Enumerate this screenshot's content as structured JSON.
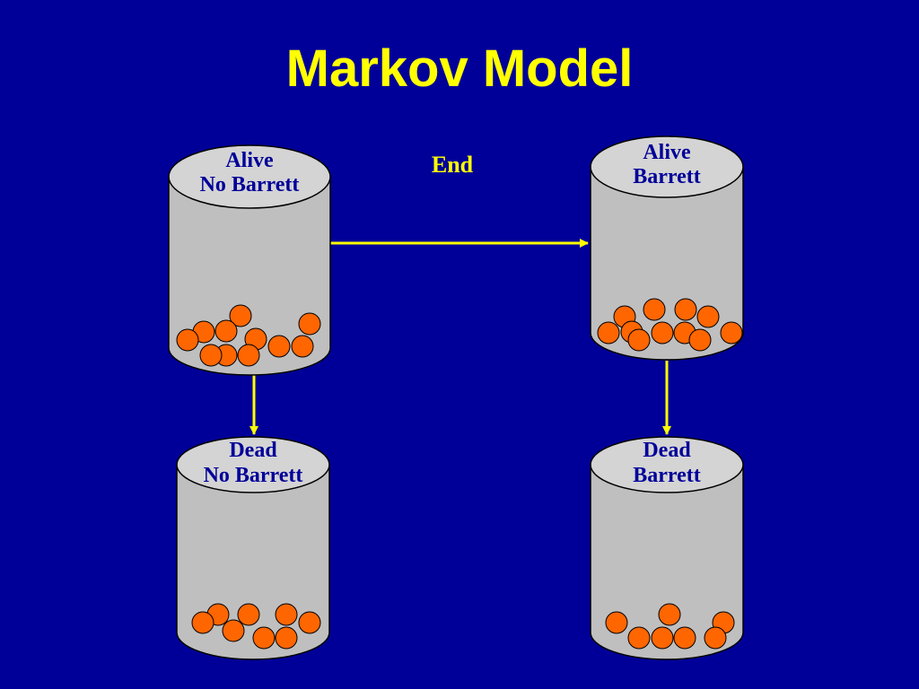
{
  "slide": {
    "title": "Markov Model",
    "end_label": "End"
  },
  "colors": {
    "background": "#000099",
    "title": "#ffff00",
    "arrow": "#ffff00",
    "cylinder_body": "#bfbfbf",
    "cylinder_top": "#d4d4d4",
    "cylinder_outline": "#000000",
    "state_label": "#000099",
    "ball_fill": "#ff6600",
    "ball_outline": "#000000"
  },
  "states": [
    {
      "id": "alive-no-barrett",
      "line1": "Alive",
      "line2": "No Barrett"
    },
    {
      "id": "alive-barrett",
      "line1": "Alive",
      "line2": "Barrett"
    },
    {
      "id": "dead-no-barrett",
      "line1": "Dead",
      "line2": "No Barrett"
    },
    {
      "id": "dead-barrett",
      "line1": "Dead",
      "line2": "Barrett"
    }
  ],
  "transitions": [
    {
      "from": "alive-no-barrett",
      "to": "alive-barrett"
    },
    {
      "from": "alive-no-barrett",
      "to": "dead-no-barrett"
    },
    {
      "from": "alive-barrett",
      "to": "dead-barrett"
    }
  ]
}
